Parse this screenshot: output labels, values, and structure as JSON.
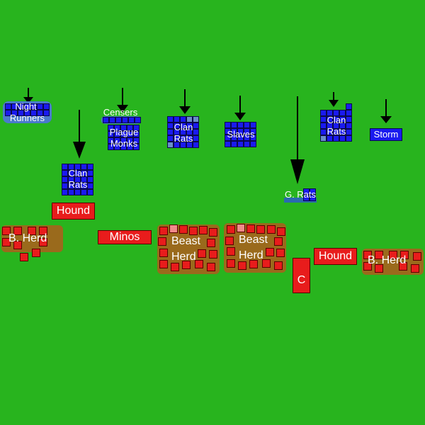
{
  "colors": {
    "field": "#28b41e",
    "skaven": "#1a1aef",
    "beast": "#e81c1c",
    "herd_base": "#9a6a1c"
  },
  "skaven": {
    "night_runners": {
      "line1": "Night",
      "line2": "Runners"
    },
    "censers": "Censers",
    "plague_monks": {
      "line1": "Plague",
      "line2": "Monks"
    },
    "clan_rats_a": {
      "line1": "Clan",
      "line2": "Rats"
    },
    "clan_rats_b": {
      "line1": "Clan",
      "line2": "Rats"
    },
    "clan_rats_c": {
      "line1": "Clan",
      "line2": "Rats"
    },
    "slaves": "Slaves",
    "storm": "Storm",
    "g_rats": "G. Rats"
  },
  "beastmen": {
    "b_herd_left": "B. Herd",
    "hound_left": "Hound",
    "minos": "Minos",
    "beast_herd_a": {
      "line1": "Beast",
      "line2": "Herd"
    },
    "beast_herd_b": {
      "line1": "Beast",
      "line2": "Herd"
    },
    "chariot": "C",
    "hound_right": "Hound",
    "b_herd_right": "B. Herd"
  }
}
